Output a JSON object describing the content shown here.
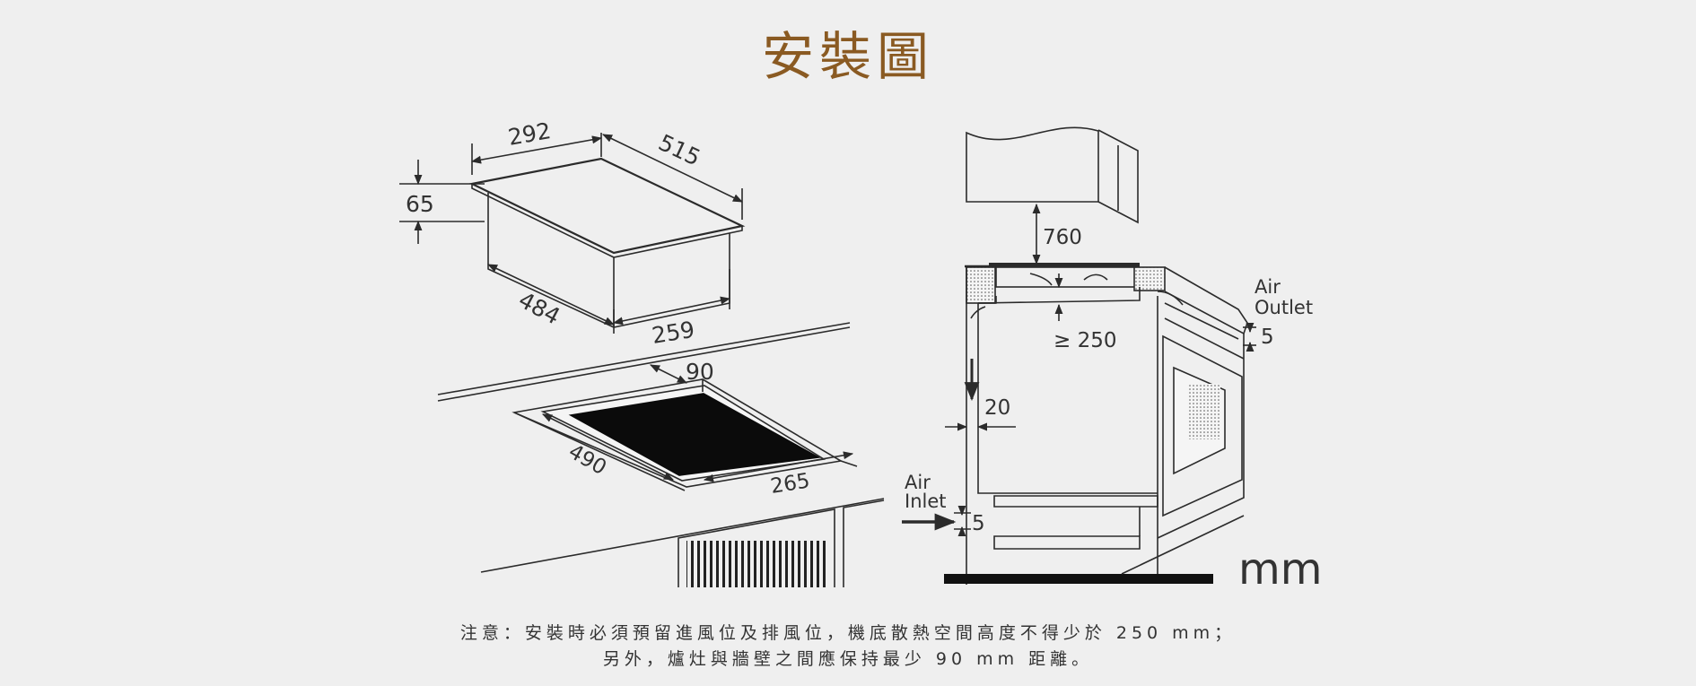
{
  "title": "安裝圖",
  "dimensions": {
    "d292": "292",
    "d515": "515",
    "d65": "65",
    "d484": "484",
    "d259": "259",
    "d90": "90",
    "d490": "490",
    "d265": "265",
    "d760": "760",
    "d250": "≥ 250",
    "d20": "20",
    "d5_outlet": "5",
    "d5_inlet": "5"
  },
  "labels": {
    "air_outlet_1": "Air",
    "air_outlet_2": "Outlet",
    "air_inlet_1": "Air",
    "air_inlet_2": "Inlet",
    "unit": "mm"
  },
  "notes": {
    "line1": "注意：安裝時必須預留進風位及排風位，機底散熱空間高度不得少於 250 mm；",
    "line2": "另外，爐灶與牆壁之間應保持最少 90 mm 距離。"
  },
  "colors": {
    "title": "#8a5a22",
    "line": "#2b2b2b",
    "background": "#efefef"
  }
}
